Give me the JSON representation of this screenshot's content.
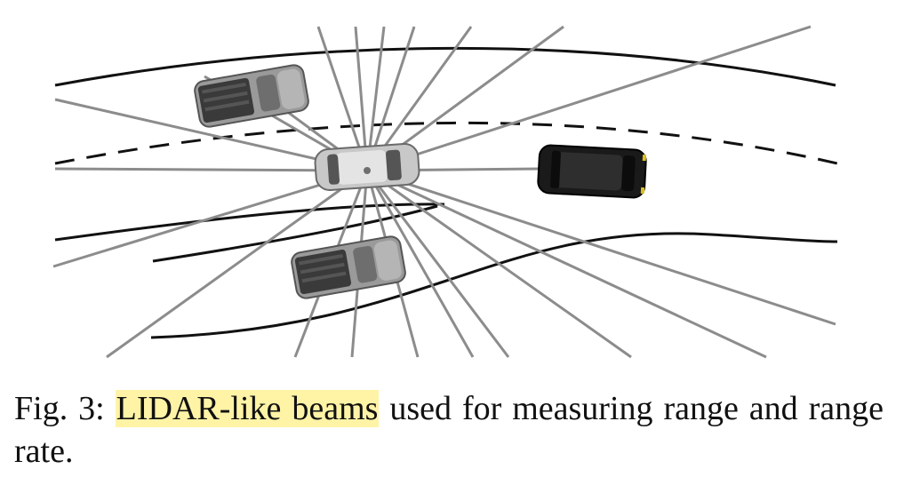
{
  "caption": {
    "prefix": "Fig. 3:",
    "highlight": "LIDAR-like beams",
    "rest": "used for measuring range and range rate."
  },
  "colors": {
    "beam": "#8c8c8c",
    "road": "#111111",
    "highlight": "#fff3a6",
    "ego_car": "#c8c8c8",
    "truck_cab": "#8a8a8a",
    "truck_bed": "#3a3a3a",
    "suv": "#1a1a1a"
  },
  "icons": {
    "ego": "car-icon",
    "pickup_top": "pickup-truck-icon",
    "pickup_bottom": "pickup-truck-icon",
    "suv": "suv-icon"
  }
}
